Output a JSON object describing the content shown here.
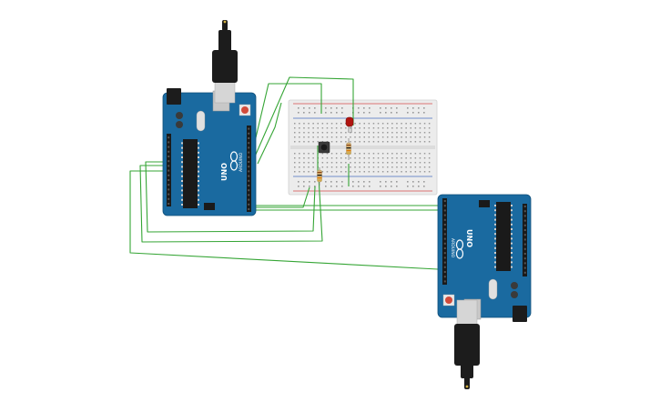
{
  "boards": [
    {
      "brand": "ARDUINO",
      "model": "UNO",
      "logo": "arduino-infinity-logo-icon"
    },
    {
      "brand": "ARDUINO",
      "model": "UNO",
      "logo": "arduino-infinity-logo-icon"
    }
  ],
  "components": {
    "breadboard": "breadboard-mini",
    "led": {
      "color": "#b0140f"
    },
    "push_button": "push-button",
    "resistors": [
      "resistor-led",
      "resistor-button"
    ]
  },
  "colors": {
    "board_blue": "#1a6aa0",
    "wire_green": "#35a535",
    "rail_red": "#d94c4c",
    "rail_blue": "#4a6fbf",
    "usb_black": "#1c1c1c",
    "usb_grey": "#d6d6d6"
  }
}
